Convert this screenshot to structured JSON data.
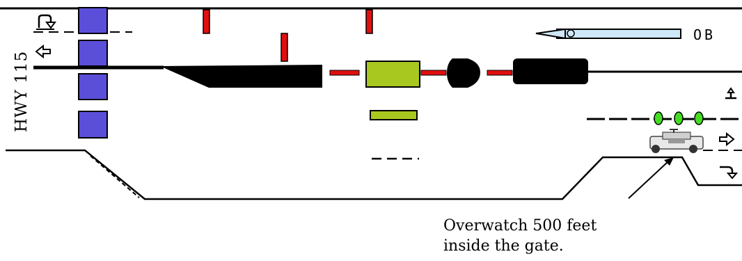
{
  "labels": {
    "highway": "HWY 115",
    "ob": "OB",
    "caption_line1": "Overwatch 500 feet",
    "caption_line2": "inside the gate."
  },
  "colors": {
    "barrier_blue": "#5b4fd9",
    "vehicle_green": "#a8c820",
    "light_green": "#44dd22",
    "marker_red": "#e01010",
    "arrow_blue": "#cfe8f8",
    "line_black": "#000000"
  },
  "icons": [
    "u-turn-arrow-icon",
    "left-arrow-icon",
    "right-arrow-icon",
    "turn-arrow-icon",
    "overwatch-vehicle-icon"
  ]
}
